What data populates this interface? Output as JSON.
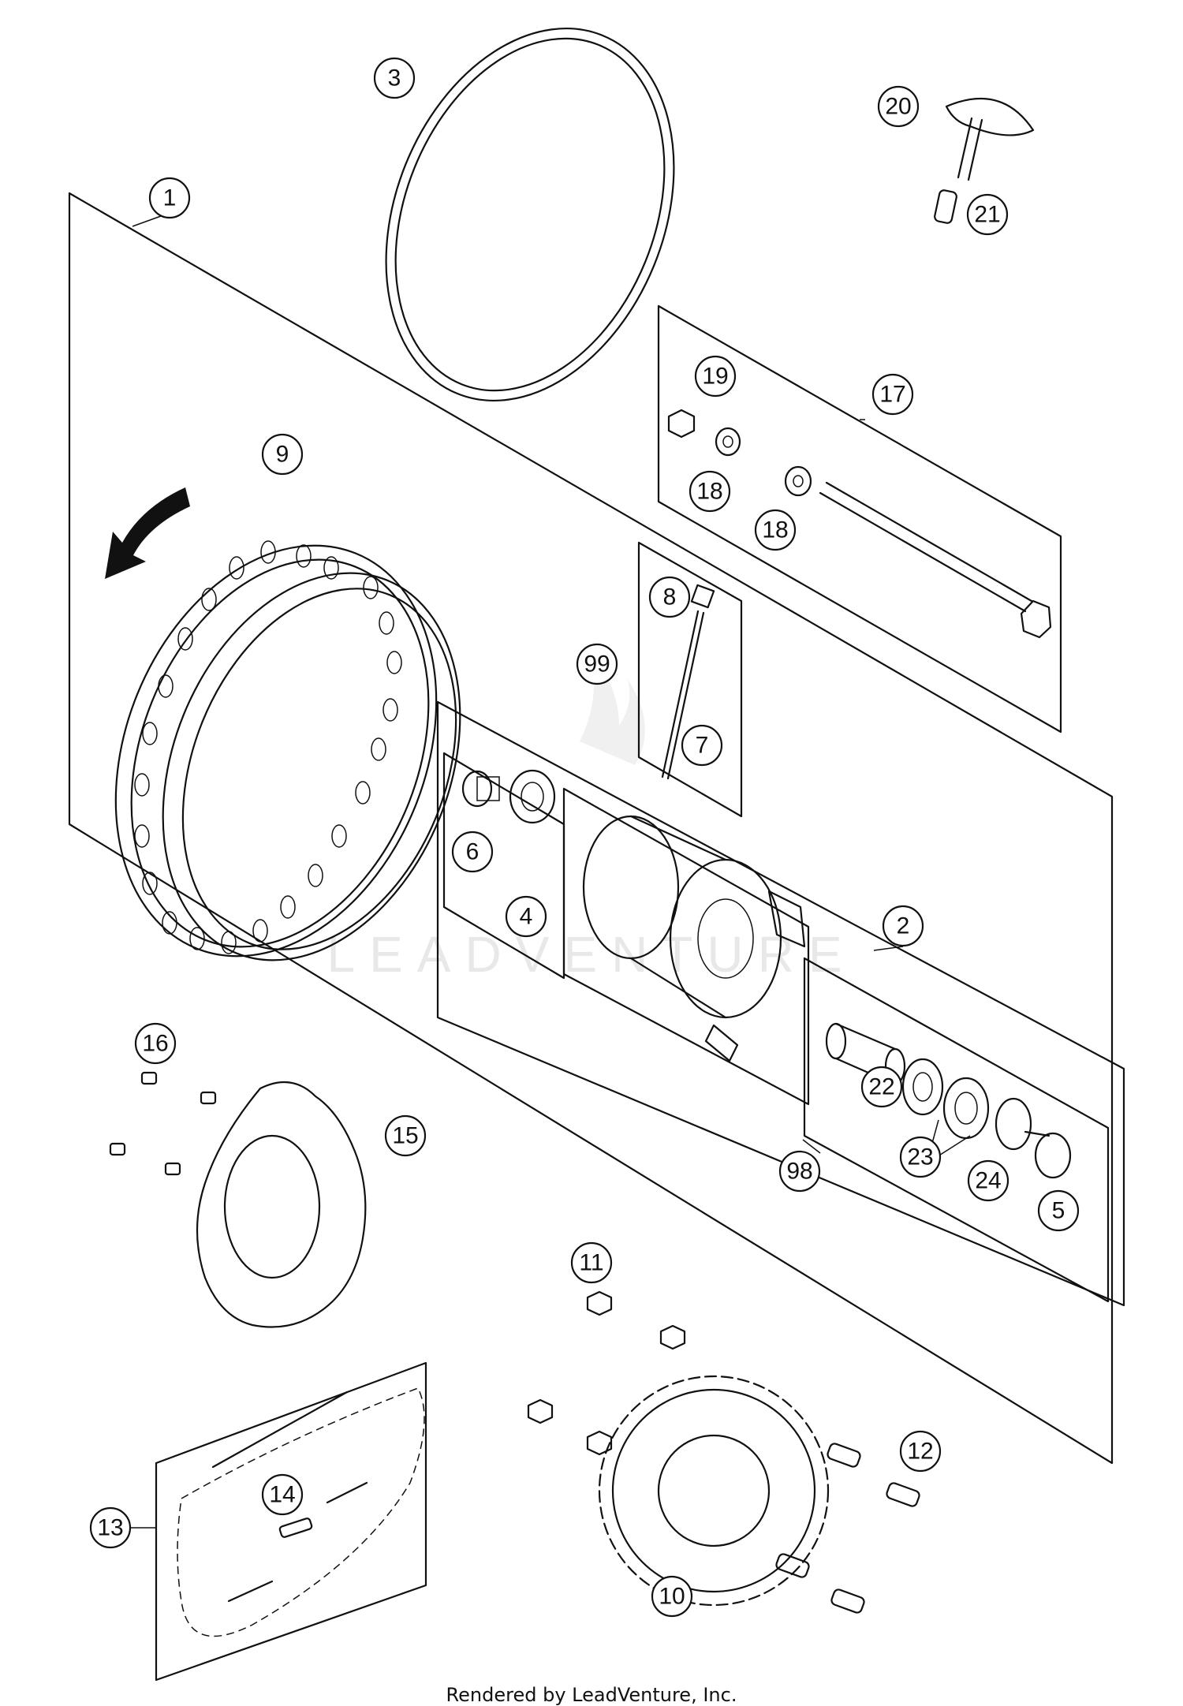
{
  "diagram": {
    "watermark": "LEADVENTURE",
    "footer_text": "Rendered by LeadVenture, Inc.",
    "callouts": [
      "1",
      "2",
      "3",
      "4",
      "5",
      "6",
      "7",
      "8",
      "9",
      "10",
      "11",
      "12",
      "13",
      "14",
      "15",
      "16",
      "17",
      "18",
      "18",
      "19",
      "20",
      "21",
      "22",
      "23",
      "24",
      "98",
      "99"
    ]
  }
}
